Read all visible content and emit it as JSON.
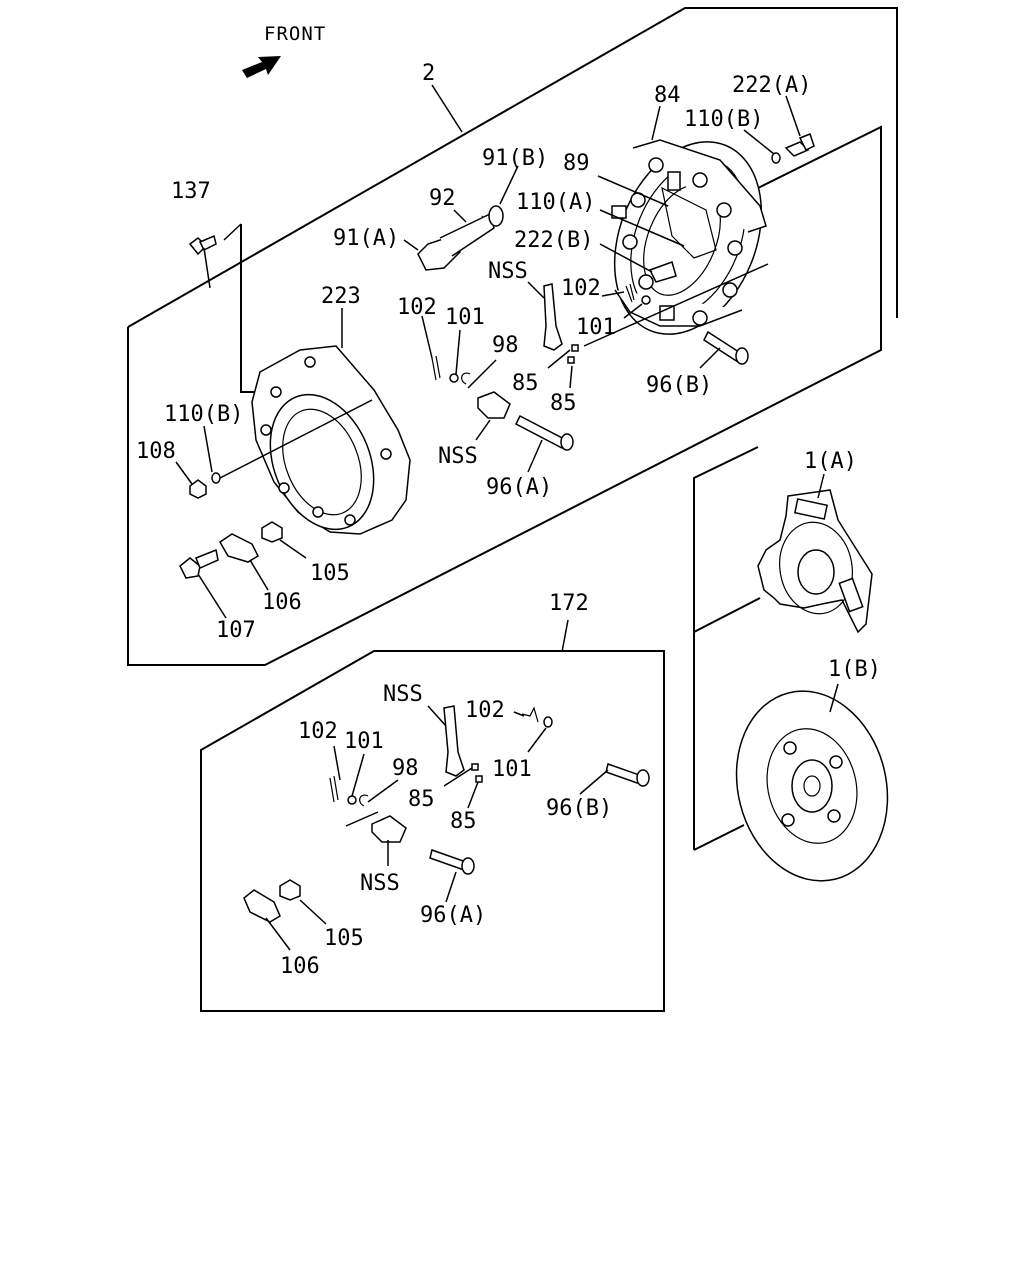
{
  "front_label": "FRONT",
  "callouts": {
    "c2": "2",
    "c84": "84",
    "c222a": "222(A)",
    "c110b_top": "110(B)",
    "c91b": "91(B)",
    "c89": "89",
    "c92": "92",
    "c110a": "110(A)",
    "c137": "137",
    "c91a": "91(A)",
    "c222b": "222(B)",
    "c223": "223",
    "nss_top": "NSS",
    "c102_top_right": "102",
    "c102_top": "102",
    "c101_top": "101",
    "c101_top_right": "101",
    "c98_top": "98",
    "c85_top_a": "85",
    "c85_top_b": "85",
    "c96b_top": "96(B)",
    "c110b_left": "110(B)",
    "c108": "108",
    "nss_mid": "NSS",
    "c96a_top": "96(A)",
    "c1a": "1(A)",
    "c105_top": "105",
    "c106_top": "106",
    "c107": "107",
    "c172": "172",
    "c1b": "1(B)",
    "nss_box": "NSS",
    "c102_box_right": "102",
    "c102_box_left": "102",
    "c101_box_left": "101",
    "c98_box": "98",
    "c101_box_right": "101",
    "c85_box_a": "85",
    "c85_box_b": "85",
    "c96b_box": "96(B)",
    "nss_box_bottom": "NSS",
    "c96a_box": "96(A)",
    "c105_box": "105",
    "c106_box": "106"
  }
}
